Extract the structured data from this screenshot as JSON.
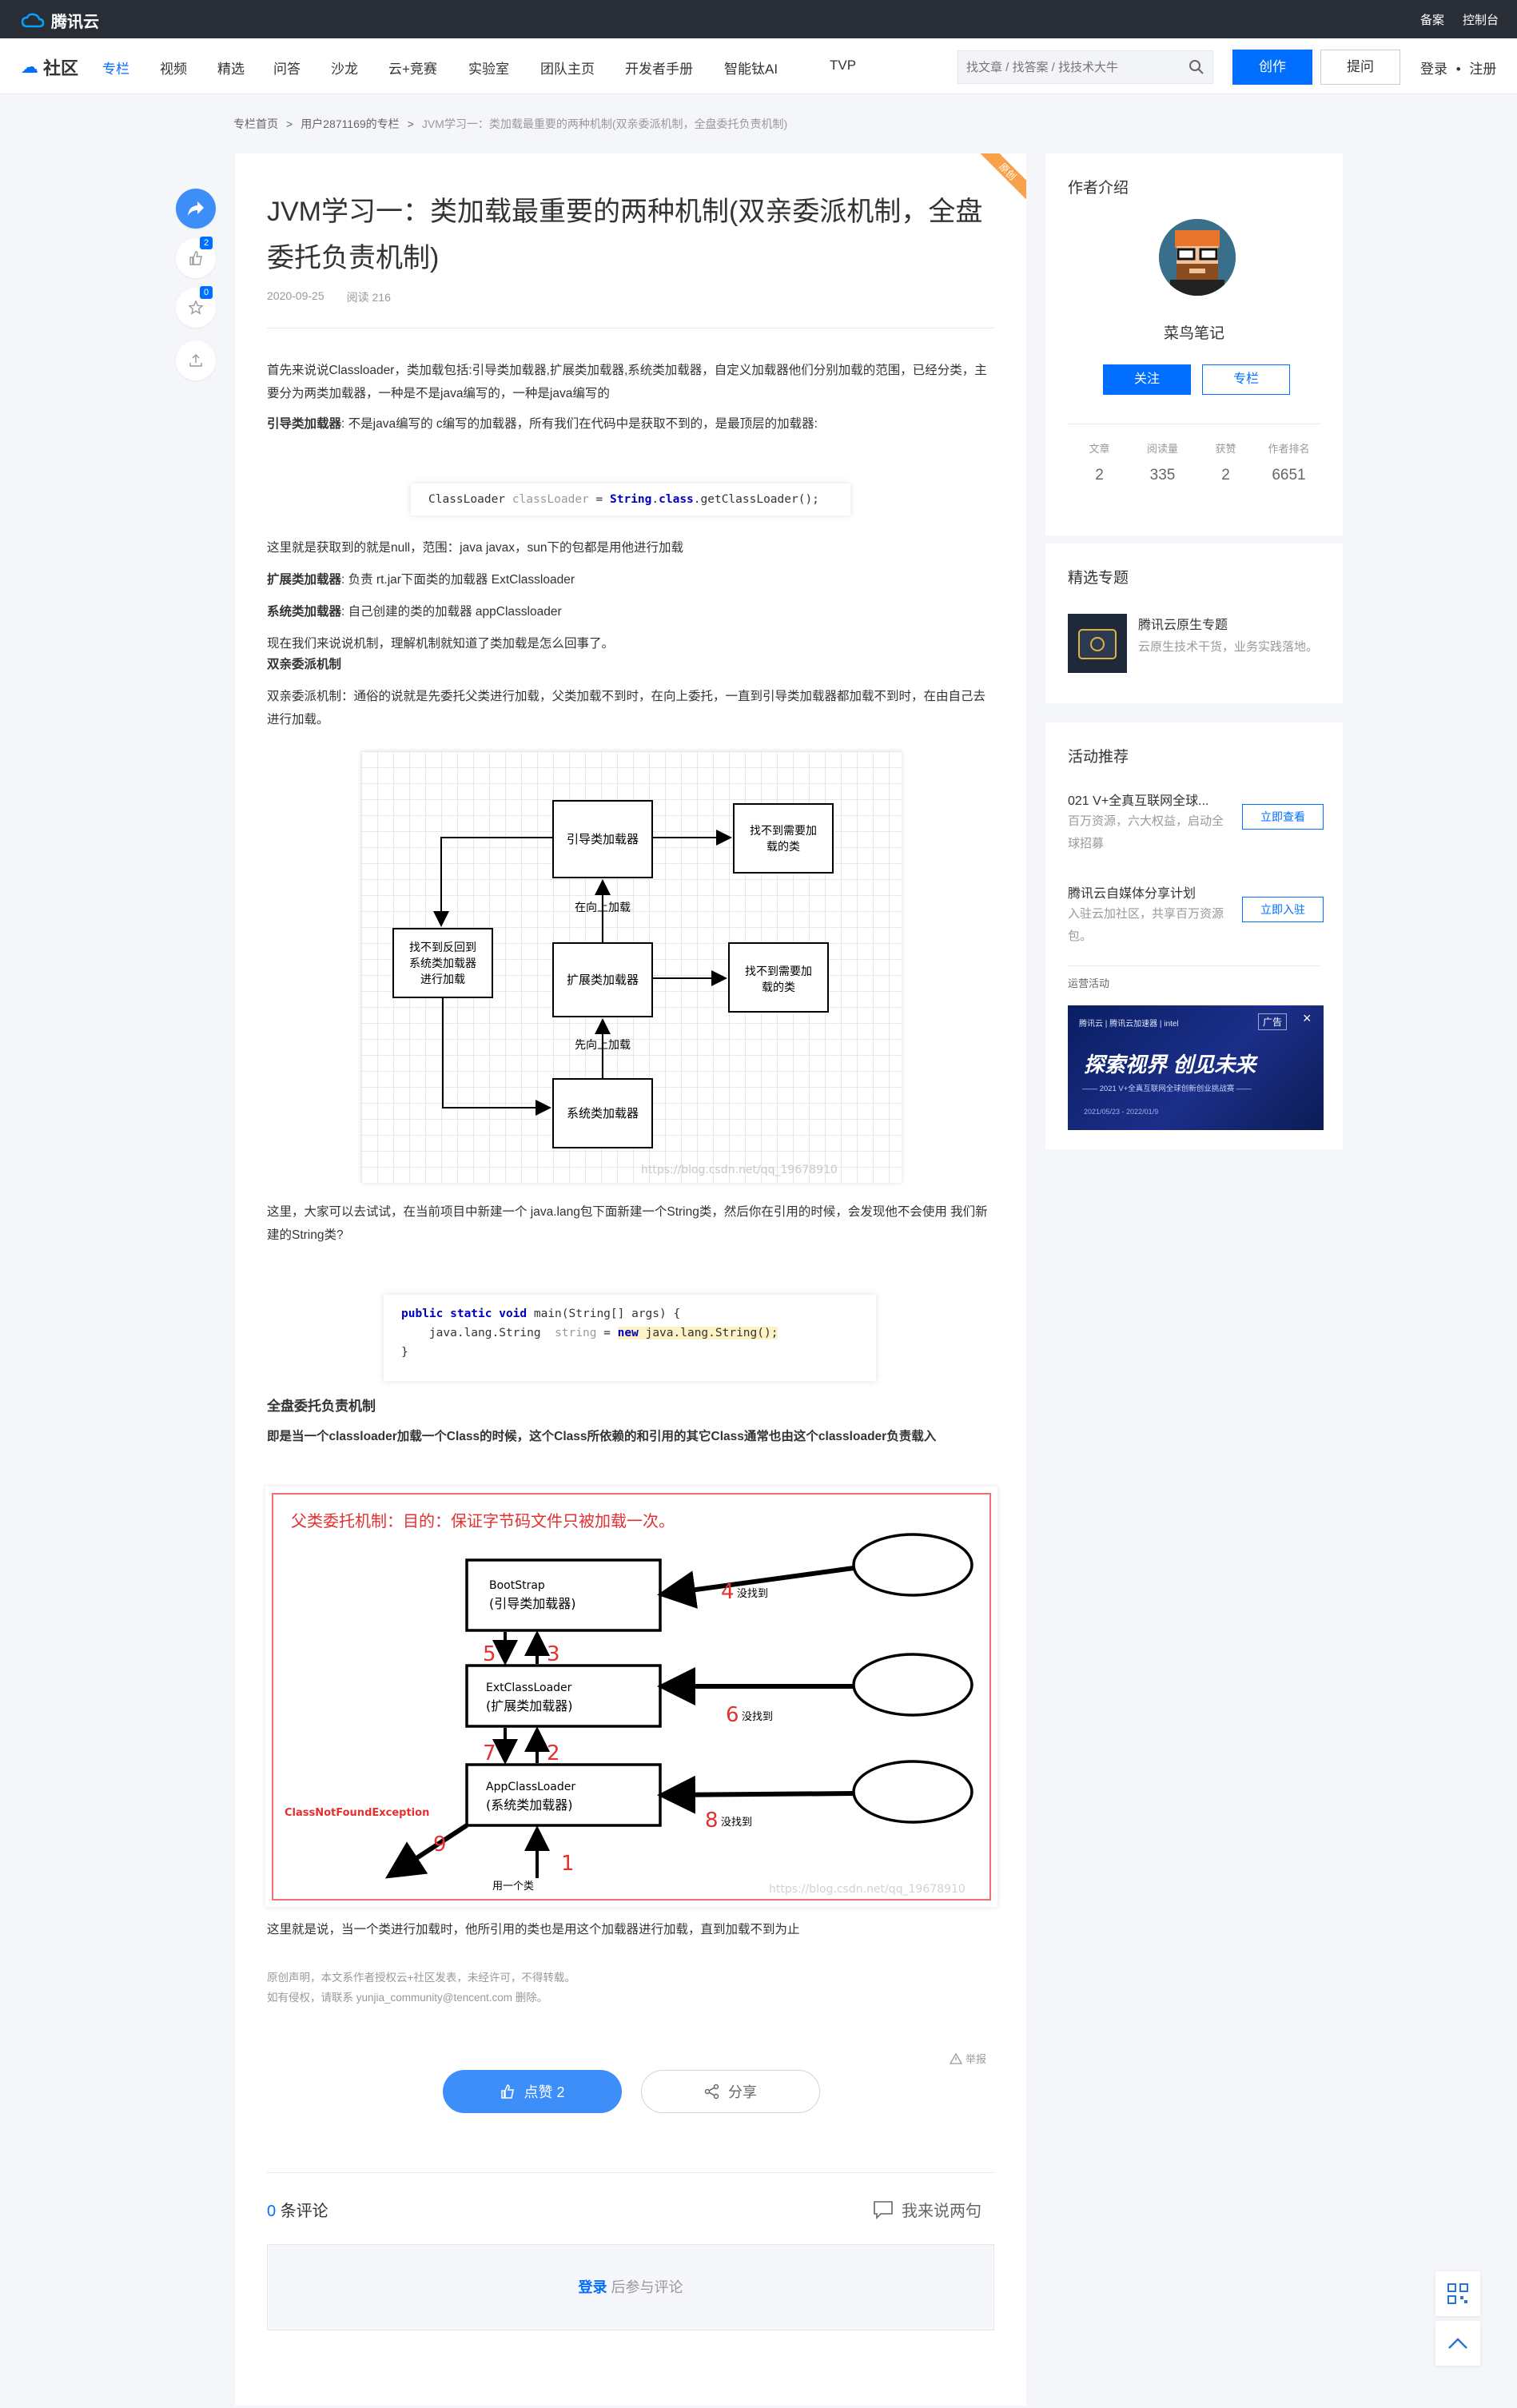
{
  "topbar": {
    "logo": "腾讯云",
    "beian": "备案",
    "console": "控制台"
  },
  "nav": {
    "brand": "社区",
    "items": [
      "专栏",
      "视频",
      "精选",
      "问答",
      "沙龙",
      "云+竞赛",
      "实验室",
      "团队主页",
      "开发者手册",
      "智能钛AI",
      "TVP"
    ],
    "search_placeholder": "找文章 / 找答案 / 找技术大牛",
    "create": "创作",
    "ask": "提问",
    "login": "登录",
    "dot": "•",
    "register": "注册"
  },
  "breadcrumb": {
    "home": "专栏首页",
    "sep": ">",
    "user": "用户2871169的专栏",
    "current": "JVM学习一：类加载最重要的两种机制(双亲委派机制，全盘委托负责机制)"
  },
  "sidebar_actions": {
    "like_count": "2",
    "fav_count": "0"
  },
  "article": {
    "corner_tag": "原创",
    "title": "JVM学习一：类加载最重要的两种机制(双亲委派机制，全盘委托负责机制)",
    "date": "2020-09-25",
    "reads": "阅读 216",
    "p1": "首先来说说Classloader，类加载包括:引导类加载器,扩展类加载器,系统类加载器，自定义加载器他们分别加载的范围，已经分类，主要分为两类加载器，一种是不是java编写的，一种是java编写的",
    "p2_b": "引导类加载器",
    "p2": ": 不是java编写的 c编写的加载器，所有我们在代码中是获取不到的，是最顶层的加载器:",
    "code1": {
      "type": "ClassLoader",
      "var": "classLoader",
      "eq": " = ",
      "cls": "String",
      "dot": ".",
      "kw": "class",
      "call": ".getClassLoader();"
    },
    "p3": "这里就是获取到的就是null，范围：java javax，sun下的包都是用他进行加载",
    "p4_b": "扩展类加载器",
    "p4": ": 负责 rt.jar下面类的加载器 ExtClassloader",
    "p5_b": "系统类加载器",
    "p5": ": 自己创建的类的加载器 appClassloader",
    "p6": "现在我们来说说机制，理解机制就知道了类加载是怎么回事了。",
    "h1": "双亲委派机制",
    "p7": "双亲委派机制：通俗的说就是先委托父类进行加载，父类加载不到时，在向上委托，一直到引导类加载器都加载不到时，在由自己去进行加载。",
    "diagram1": {
      "boot": "引导类加载器",
      "nf1a": "找不到需要加",
      "nf1b": "载的类",
      "up1": "在向上加载",
      "back1": "找不到反回到",
      "back2": "系统类加载器",
      "back3": "进行加载",
      "ext": "扩展类加载器",
      "nf2a": "找不到需要加",
      "nf2b": "载的类",
      "up2": "先向上加载",
      "sys": "系统类加载器",
      "wm": "https://blog.csdn.net/qq_19678910"
    },
    "p8": "这里，大家可以去试试，在当前项目中新建一个 java.lang包下面新建一个String类，然后你在引用的时候，会发现他不会使用 我们新建的String类?",
    "code2": {
      "l1kw": "public static void",
      "l1": " main(String[] args) {",
      "l2a": "    java.lang.String  ",
      "l2var": "string",
      "l2eq": " = ",
      "l2new": "new",
      "l2b": " java.lang.String();",
      "l3": "}"
    },
    "h2": "全盘委托负责机制",
    "p9": "即是当一个classloader加载一个Class的时候，这个Class所依赖的和引用的其它Class通常也由这个classloader负责载入",
    "diagram2": {
      "title": "父类委托机制：目的：保证字节码文件只被加载一次。",
      "bs1": "BootStrap",
      "bs2": "(引导类加载器)",
      "ext1": "ExtClassLoader",
      "ext2": "(扩展类加载器)",
      "app1": "AppClassLoader",
      "app2": "(系统类加载器)",
      "n4": "4",
      "n5": "5",
      "n3": "3",
      "n6": "6",
      "n7": "7",
      "n2": "2",
      "n8": "8",
      "n9": "9",
      "n1": "1",
      "nf": "没找到",
      "err": "ClassNotFoundException",
      "use": "用一个类",
      "wm": "https://blog.csdn.net/qq_19678910"
    },
    "p10": "这里就是说，当一个类进行加载时，他所引用的类也是用这个加载器进行加载，直到加载不到为止",
    "note1": "原创声明，本文系作者授权云+社区发表，未经许可，不得转载。",
    "note2": "如有侵权，请联系 yunjia_community@tencent.com 删除。",
    "report": "举报",
    "like_btn": "点赞 2",
    "share_btn": "分享",
    "comments_count": "0",
    "comments_label": "条评论",
    "say": "我来说两句",
    "login_link": "登录",
    "login_tail": " 后参与评论"
  },
  "author": {
    "heading": "作者介绍",
    "name": "菜鸟笔记",
    "follow": "关注",
    "column": "专栏",
    "stats": [
      {
        "label": "文章",
        "value": "2"
      },
      {
        "label": "阅读量",
        "value": "335"
      },
      {
        "label": "获赞",
        "value": "2"
      },
      {
        "label": "作者排名",
        "value": "6651"
      }
    ]
  },
  "featured": {
    "heading": "精选专题",
    "title": "腾讯云原生专题",
    "desc": "云原生技术干货，业务实践落地。"
  },
  "activities": {
    "heading": "活动推荐",
    "items": [
      {
        "title": "021 V+全真互联网全球...",
        "desc": "百万资源，六大权益，启动全球招募",
        "btn": "立即查看"
      },
      {
        "title": "腾讯云自媒体分享计划",
        "desc": "入驻云加社区，共享百万资源包。",
        "btn": "立即入驻"
      }
    ],
    "ops_label": "运营活动",
    "ad": {
      "brand": "腾讯云 | 腾讯云加速器 | intel",
      "tag": "广告",
      "close": "×",
      "headline": "探索视界 创见未来",
      "sub": "—— 2021 V+全真互联网全球创新创业挑战赛 ——",
      "date": "2021/05/23 - 2022/01/9"
    }
  }
}
